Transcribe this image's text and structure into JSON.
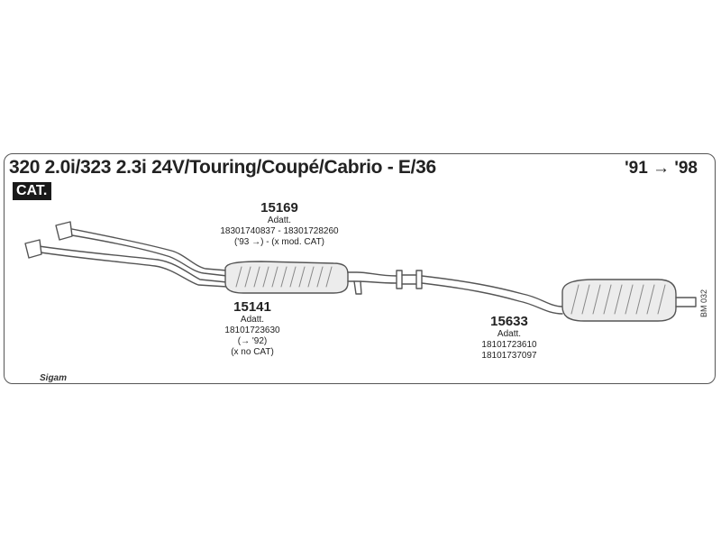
{
  "header": {
    "title": "320 2.0i/323 2.3i 24V/Touring/Coupé/Cabrio - E/36",
    "years": "'91 → '98",
    "badge": "CAT."
  },
  "parts": {
    "front": {
      "number": "15169",
      "label": "Adatt.",
      "lines": [
        "18301740837 - 18301728260",
        "('93 →) - (x mod. CAT)"
      ]
    },
    "middle": {
      "number": "15141",
      "label": "Adatt.",
      "lines": [
        "18101723630",
        "(→ '92)",
        "(x no CAT)"
      ]
    },
    "rear": {
      "number": "15633",
      "label": "Adatt.",
      "lines": [
        "18101723610",
        "18101737097"
      ]
    }
  },
  "footer": {
    "drawing_code": "BM 032",
    "logo": "Sigam"
  },
  "colors": {
    "outline": "#555555",
    "pipe": "#6a6a6a",
    "muffler": "#e8e8e8",
    "text": "#222222"
  }
}
